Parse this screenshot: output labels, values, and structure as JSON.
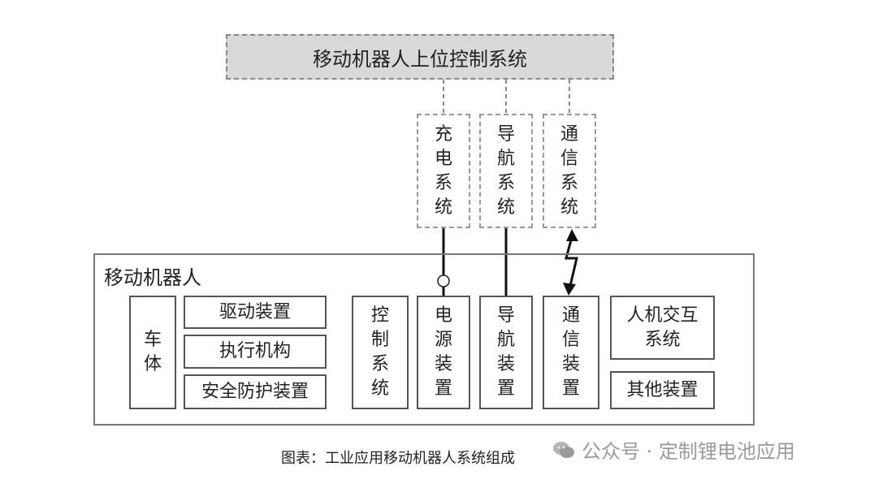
{
  "diagram": {
    "upper_system": "移动机器人上位控制系统",
    "subsystems": [
      {
        "id": "charge",
        "text": "充\n电\n系\n统"
      },
      {
        "id": "nav",
        "text": "导\n航\n系\n统"
      },
      {
        "id": "comm",
        "text": "通\n信\n系\n统"
      }
    ],
    "robot": {
      "title": "移动机器人",
      "chassis": "车\n体",
      "chassis_parts": [
        "驱动装置",
        "执行机构",
        "安全防护装置"
      ],
      "control": "控\n制\n系\n统",
      "power": "电\n源\n装\n置",
      "nav_device": "导\n航\n装\n置",
      "comm_device": "通\n信\n装\n置",
      "hmi": "人机交互\n系统",
      "other": "其他装置"
    }
  },
  "caption": "图表：工业应用移动机器人系统组成",
  "watermark": "公众号 · 定制锂电池应用"
}
